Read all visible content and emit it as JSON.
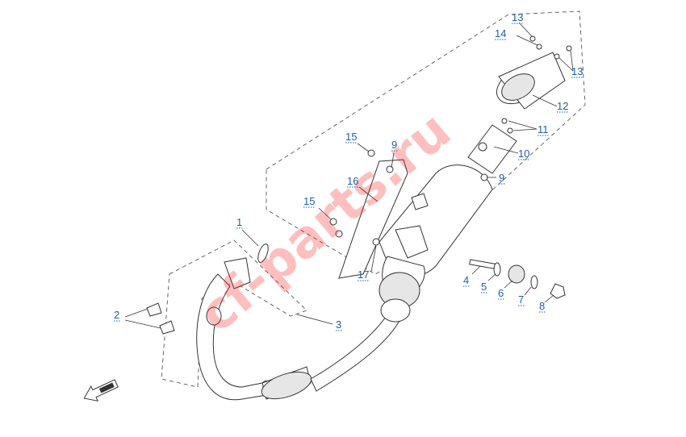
{
  "watermark": "cf-parts.ru",
  "callouts": [
    {
      "id": "c1",
      "text": "1"
    },
    {
      "id": "c2",
      "text": "2"
    },
    {
      "id": "c3",
      "text": "3"
    },
    {
      "id": "c4",
      "text": "4"
    },
    {
      "id": "c5",
      "text": "5"
    },
    {
      "id": "c6",
      "text": "6"
    },
    {
      "id": "c7",
      "text": "7"
    },
    {
      "id": "c8",
      "text": "8"
    },
    {
      "id": "c9a",
      "text": "9"
    },
    {
      "id": "c9b",
      "text": "9"
    },
    {
      "id": "c10",
      "text": "10"
    },
    {
      "id": "c11",
      "text": "11"
    },
    {
      "id": "c12",
      "text": "12"
    },
    {
      "id": "c13a",
      "text": "13"
    },
    {
      "id": "c13b",
      "text": "13"
    },
    {
      "id": "c14",
      "text": "14"
    },
    {
      "id": "c15a",
      "text": "15"
    },
    {
      "id": "c15b",
      "text": "15"
    },
    {
      "id": "c16",
      "text": "16"
    },
    {
      "id": "c17",
      "text": "17"
    }
  ],
  "icons": {
    "direction": "front-direction-arrow-icon"
  },
  "colors": {
    "callout": "#1f5fa8",
    "watermark": "#ff1a1a"
  }
}
